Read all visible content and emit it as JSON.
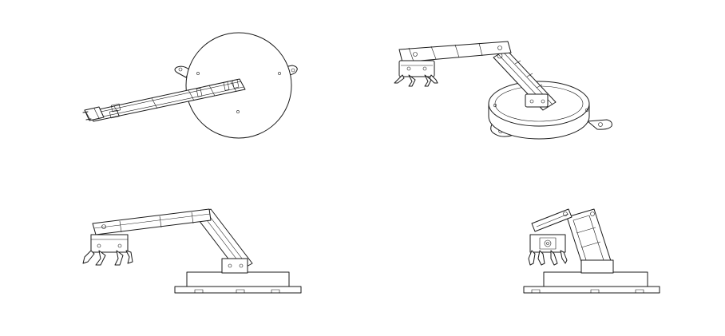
{
  "drawing": {
    "views": [
      {
        "view": "top"
      },
      {
        "view": "isometric"
      },
      {
        "view": "front"
      },
      {
        "view": "side"
      }
    ]
  }
}
